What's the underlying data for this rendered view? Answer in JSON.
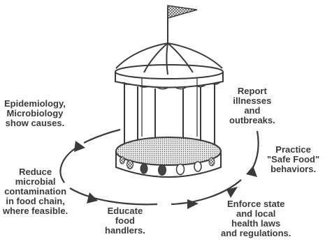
{
  "colors": {
    "ink": "#3a3a3a",
    "fill_dark": "#444444",
    "paper": "#ffffff"
  },
  "icons": {
    "flag": "pennant-flag-icon",
    "carousel": "carousel-icon",
    "arrow": "cycle-arrow-icon"
  },
  "labels": {
    "report": "Report\nillnesses\nand\noutbreaks.",
    "epidemiology": "Epidemiology,\nMicrobiology\nshow causes.",
    "practice": "Practice\n\"Safe Food\"\nbehaviors.",
    "reduce": "Reduce\nmicrobial\ncontamination\nin food chain,\nwhere feasible.",
    "educate": "Educate\nfood\nhandlers.",
    "enforce": "Enforce state\nand local\nhealth laws\nand regulations."
  }
}
